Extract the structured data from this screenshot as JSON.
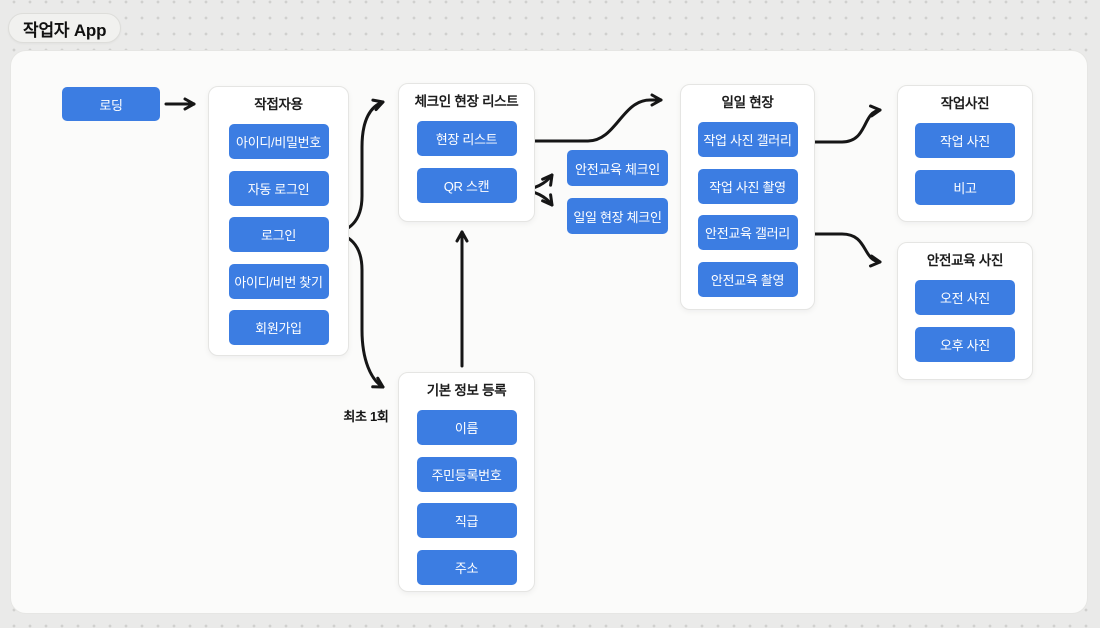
{
  "badge": {
    "title": "작업자 App"
  },
  "colors": {
    "accent_blue": "#3c7de2",
    "arrow_black": "#161616"
  },
  "nodes": {
    "loading": {
      "label": "로딩"
    },
    "safety_checkin": {
      "label": "안전교육 체크인"
    },
    "daily_site_checkin": {
      "label": "일일 현장 체크인"
    }
  },
  "groups": {
    "worker": {
      "title": "작접자용",
      "items": [
        "아이디/비밀번호",
        "자동 로그인",
        "로그인",
        "아이디/비번 찾기",
        "회원가입"
      ]
    },
    "checkin_list": {
      "title": "체크인 현장 리스트",
      "items": [
        "현장 리스트",
        "QR 스캔"
      ]
    },
    "daily_site": {
      "title": "일일 현장",
      "items": [
        "작업 사진 갤러리",
        "작업 사진 촬영",
        "안전교육 갤러리",
        "안전교육 촬영"
      ]
    },
    "work_photo": {
      "title": "작업사진",
      "items": [
        "작업 사진",
        "비고"
      ]
    },
    "safety_photo": {
      "title": "안전교육 사진",
      "items": [
        "오전 사진",
        "오후 사진"
      ]
    },
    "basic_info": {
      "title": "기본 정보 등록",
      "items": [
        "이름",
        "주민등록번호",
        "직급",
        "주소"
      ]
    }
  },
  "annotations": {
    "first_time": "최초 1회"
  }
}
